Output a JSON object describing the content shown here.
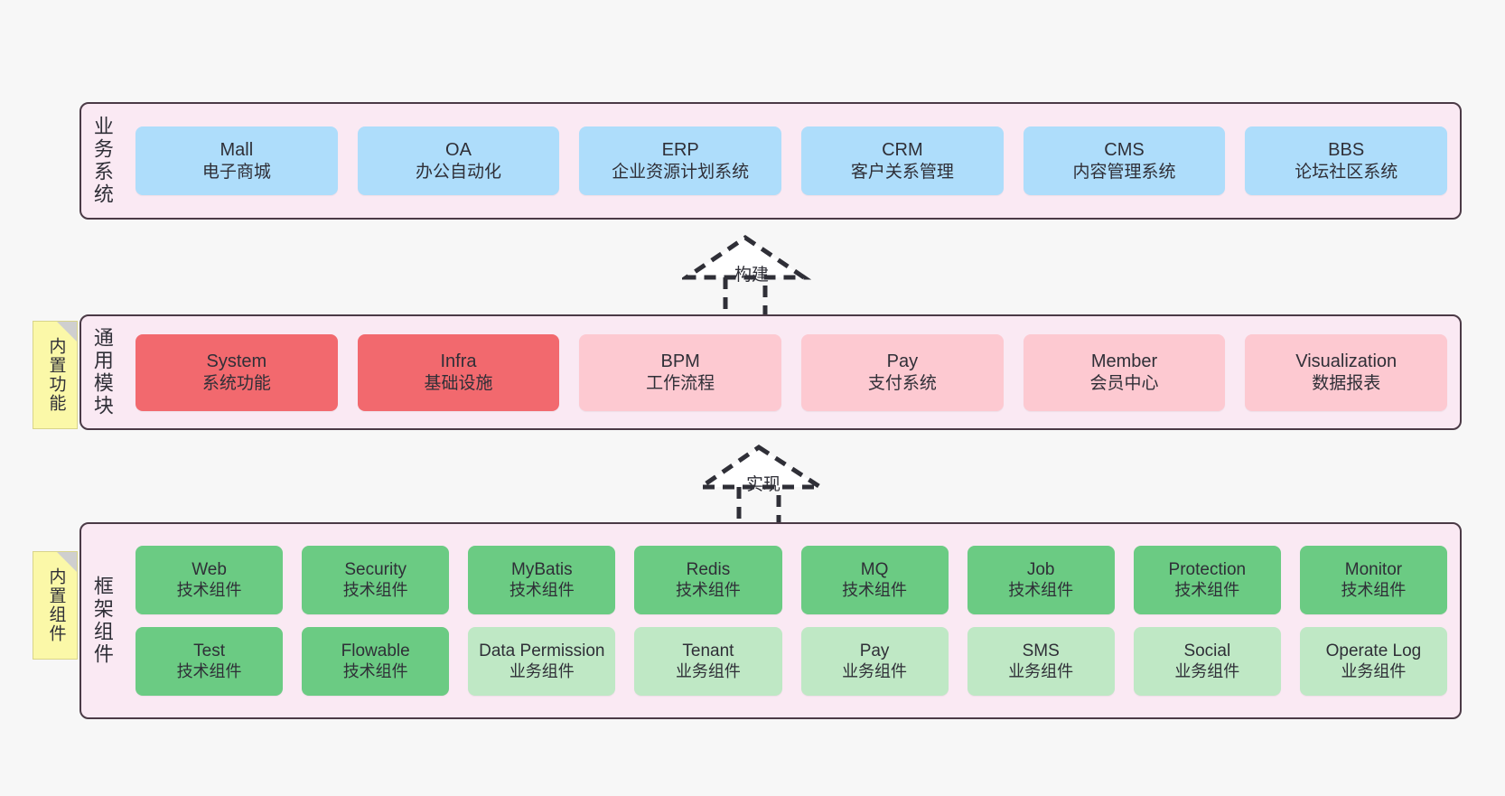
{
  "page": {
    "background": "#f7f7f7",
    "border_color": "#4b3a46",
    "container_fill": "#fae9f3"
  },
  "colors": {
    "business_box": "#aeddfb",
    "module_box": "#fdc9d1",
    "module_box_accent": "#f2696e",
    "framework_tech_box": "#6bcb83",
    "framework_biz_box": "#bfe8c5",
    "note_fill": "#fbf8a8",
    "note_fold": "#cfcfcf"
  },
  "layers": [
    {
      "id": "business-system",
      "label": "业务系统",
      "note": null,
      "rows": [
        [
          {
            "title": "Mall",
            "subtitle": "电子商城"
          },
          {
            "title": "OA",
            "subtitle": "办公自动化"
          },
          {
            "title": "ERP",
            "subtitle": "企业资源计划系统"
          },
          {
            "title": "CRM",
            "subtitle": "客户关系管理"
          },
          {
            "title": "CMS",
            "subtitle": "内容管理系统"
          },
          {
            "title": "BBS",
            "subtitle": "论坛社区系统"
          }
        ]
      ]
    },
    {
      "id": "common-module",
      "label": "通用模块",
      "note": "内置功能",
      "rows": [
        [
          {
            "title": "System",
            "subtitle": "系统功能",
            "accent": true
          },
          {
            "title": "Infra",
            "subtitle": "基础设施",
            "accent": true
          },
          {
            "title": "BPM",
            "subtitle": "工作流程",
            "accent": false
          },
          {
            "title": "Pay",
            "subtitle": "支付系统",
            "accent": false
          },
          {
            "title": "Member",
            "subtitle": "会员中心",
            "accent": false
          },
          {
            "title": "Visualization",
            "subtitle": "数据报表",
            "accent": false
          }
        ]
      ]
    },
    {
      "id": "framework-component",
      "label": "框架组件",
      "note": "内置组件",
      "rows": [
        [
          {
            "title": "Web",
            "subtitle": "技术组件",
            "kind": "tech"
          },
          {
            "title": "Security",
            "subtitle": "技术组件",
            "kind": "tech"
          },
          {
            "title": "MyBatis",
            "subtitle": "技术组件",
            "kind": "tech"
          },
          {
            "title": "Redis",
            "subtitle": "技术组件",
            "kind": "tech"
          },
          {
            "title": "MQ",
            "subtitle": "技术组件",
            "kind": "tech"
          },
          {
            "title": "Job",
            "subtitle": "技术组件",
            "kind": "tech"
          },
          {
            "title": "Protection",
            "subtitle": "技术组件",
            "kind": "tech"
          },
          {
            "title": "Monitor",
            "subtitle": "技术组件",
            "kind": "tech"
          }
        ],
        [
          {
            "title": "Test",
            "subtitle": "技术组件",
            "kind": "tech"
          },
          {
            "title": "Flowable",
            "subtitle": "技术组件",
            "kind": "tech"
          },
          {
            "title": "Data Permission",
            "subtitle": "业务组件",
            "kind": "biz"
          },
          {
            "title": "Tenant",
            "subtitle": "业务组件",
            "kind": "biz"
          },
          {
            "title": "Pay",
            "subtitle": "业务组件",
            "kind": "biz"
          },
          {
            "title": "SMS",
            "subtitle": "业务组件",
            "kind": "biz"
          },
          {
            "title": "Social",
            "subtitle": "业务组件",
            "kind": "biz"
          },
          {
            "title": "Operate Log",
            "subtitle": "业务组件",
            "kind": "biz"
          }
        ]
      ]
    }
  ],
  "connectors": [
    {
      "id": "build",
      "label": "构建",
      "from": "common-module",
      "to": "business-system",
      "style": "dashed-hollow-arrow-up"
    },
    {
      "id": "realize",
      "label": "实现",
      "from": "framework-component",
      "to": "common-module",
      "style": "dashed-hollow-arrow-up"
    }
  ]
}
